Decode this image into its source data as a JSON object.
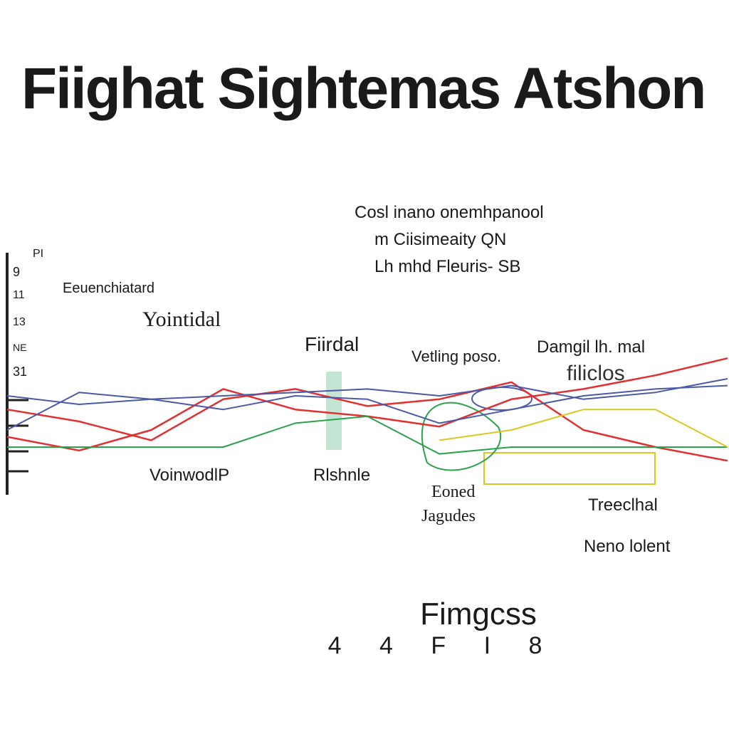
{
  "title": "Fiighat Sightemas Atshon",
  "legend_lines": [
    "Cosl inano onemhpanool",
    "m Ciisimeaity QN",
    "Lh mhd Fleuris- SB"
  ],
  "annotations": {
    "top_left_small": "Eeuenchiatard",
    "yoint": "Yointidal",
    "fiirdal": "Fiirdal",
    "vetling": "Vetling poso.",
    "damgil": "Damgil lh. mal",
    "filiclos": "filiclos",
    "voinwodlp": "VoinwodlP",
    "rlshnle": "Rlshnle",
    "eoned": "Eoned",
    "jagudes": "Jagudes",
    "treeclhal": "Treeclhal",
    "neno": "Neno lolent"
  },
  "y_axis": {
    "top_label": "PI",
    "ticks": [
      "9",
      "11",
      "13",
      "NE",
      "31"
    ]
  },
  "footer": {
    "title": "Fimgcss",
    "ticks": [
      "4",
      "4",
      "F",
      "I",
      "8"
    ]
  },
  "colors": {
    "red": "#e03030",
    "blue": "#4a5aa8",
    "green": "#2aa24a",
    "yellow": "#d8c820",
    "teal": "#5aa890"
  },
  "chart_data": {
    "type": "line",
    "x": [
      0,
      1,
      2,
      3,
      4,
      5,
      6,
      7,
      8,
      9,
      10
    ],
    "series": [
      {
        "color": "red",
        "values": [
          52,
          45,
          34,
          58,
          64,
          54,
          58,
          68,
          40,
          30,
          22
        ]
      },
      {
        "color": "red",
        "values": [
          36,
          28,
          40,
          64,
          52,
          48,
          42,
          58,
          64,
          72,
          82
        ]
      },
      {
        "color": "blue",
        "values": [
          60,
          55,
          58,
          60,
          62,
          64,
          60,
          66,
          58,
          62,
          70
        ]
      },
      {
        "color": "blue",
        "values": [
          40,
          62,
          58,
          52,
          60,
          58,
          44,
          52,
          60,
          64,
          66
        ]
      },
      {
        "color": "green",
        "values": [
          30,
          30,
          30,
          30,
          44,
          48,
          26,
          30,
          30,
          30,
          30
        ]
      },
      {
        "color": "yellow",
        "values": [
          null,
          null,
          null,
          null,
          null,
          null,
          34,
          40,
          52,
          52,
          30
        ]
      }
    ]
  }
}
